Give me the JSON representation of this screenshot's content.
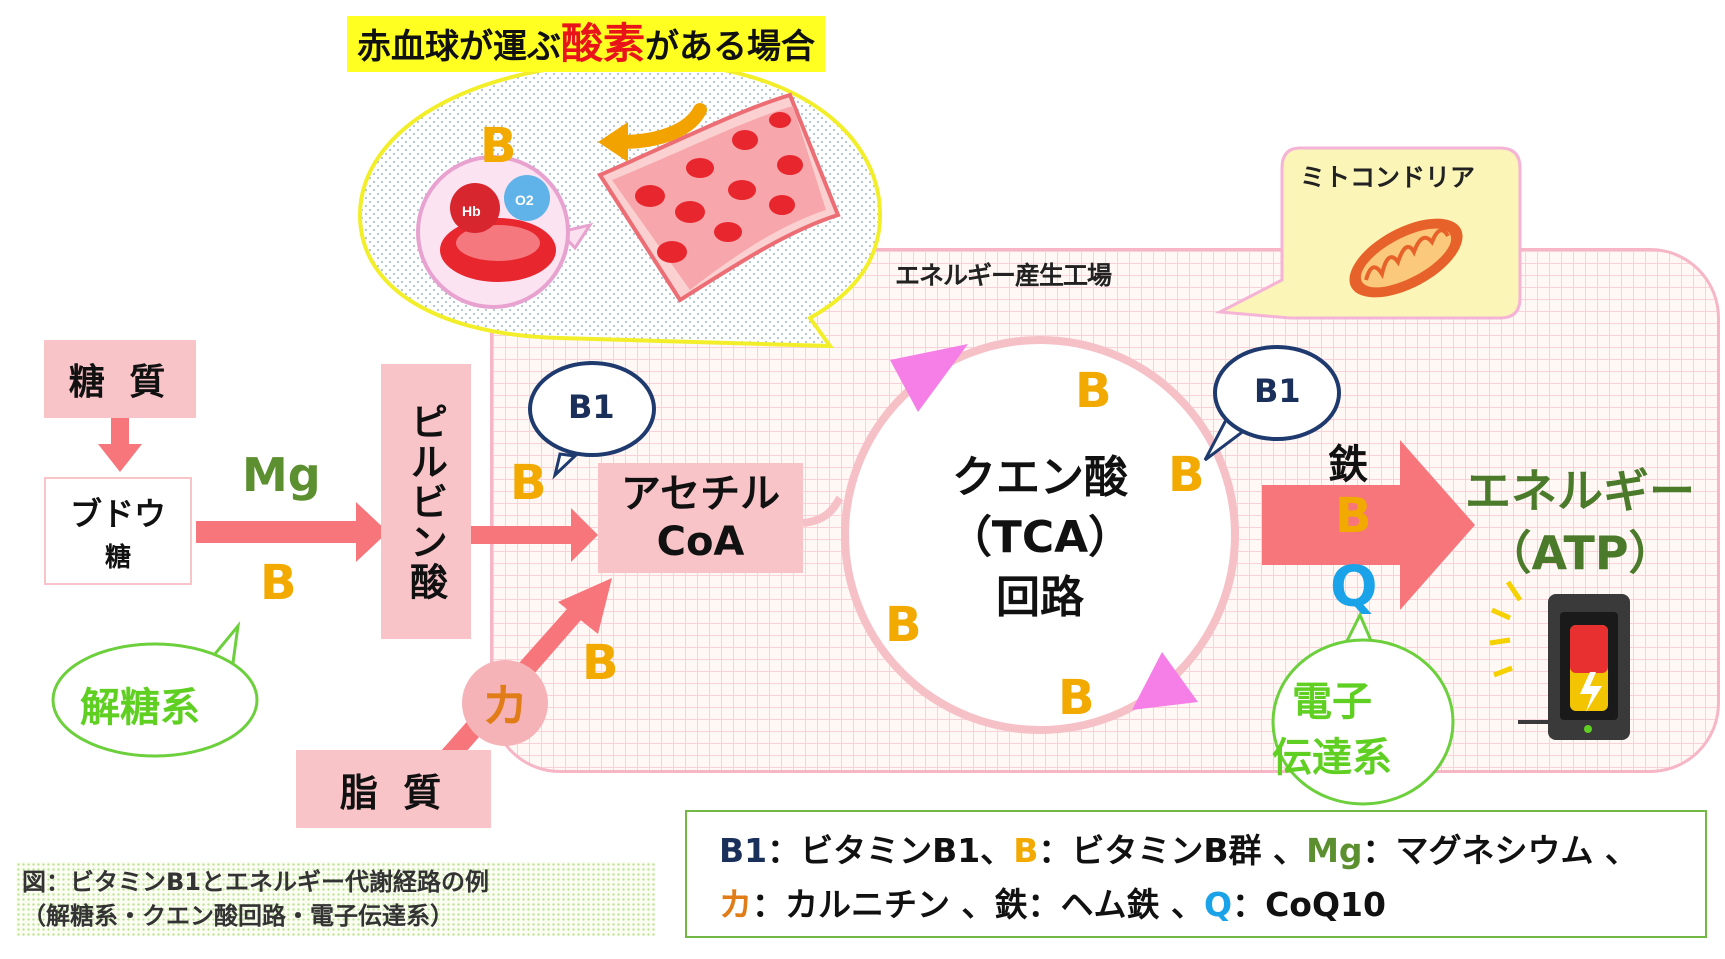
{
  "oxygen_bubble": {
    "title_prefix": "赤血球が運ぶ",
    "title_emphasis": "酸素",
    "title_suffix": "がある場合",
    "hb_label": "Hb",
    "o2_label": "O2",
    "b_label": "B"
  },
  "mitochondria_label": "ミトコンドリア",
  "factory_label": "エネルギー産生工場",
  "sugar_label": "糖 質",
  "glucose_main": "ブドウ",
  "glucose_sub": "糖",
  "mg_label": "Mg",
  "b_label": "B",
  "pyruvate_label": "ピルビン酸",
  "b1_label": "B1",
  "acetyl_line1": "アセチル",
  "acetyl_line2": "CoA",
  "carnitine_label": "カ",
  "lipid_label": "脂 質",
  "tca": {
    "line1": "クエン酸",
    "line2": "（TCA）",
    "line3": "回路"
  },
  "iron_label": "鉄",
  "q_label": "Q",
  "energy_line1": "エネルギー",
  "energy_line2": "（ATP）",
  "glycolysis_label": "解糖系",
  "etc_line1": "電子",
  "etc_line2": "伝達系",
  "legend": {
    "b1_key": "B1",
    "b1_desc": "：ビタミンB1、",
    "b_key": "B",
    "b_desc": "：ビタミンB群 、",
    "mg_key": "Mg",
    "mg_desc": "：マグネシウム 、",
    "ka_key": "カ",
    "ka_desc": "：カルニチン 、",
    "iron_key": "鉄",
    "iron_desc": "：ヘム鉄 、",
    "q_key": "Q",
    "q_desc": "：CoQ10"
  },
  "caption": {
    "line1": "図：ビタミンB1とエネルギー代謝経路の例",
    "line2": "（解糖系・クエン酸回路・電子伝達系）"
  },
  "colors": {
    "arrow_pink": "#f7767c",
    "b_orange": "#f2a900",
    "mg_green": "#5c8f2f",
    "q_blue": "#1aa3e8",
    "glycolysis_green": "#5fcf21",
    "title_red": "#e8141a",
    "highlight_yellow": "#ffff22"
  }
}
